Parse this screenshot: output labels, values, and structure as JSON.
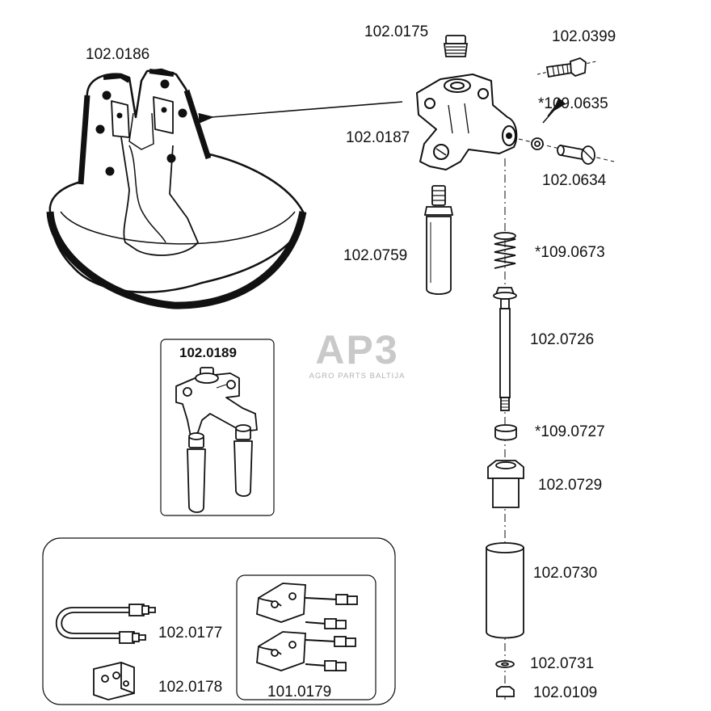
{
  "watermark": {
    "mark": "AP3",
    "subtitle": "AGRO PARTS BALTIJA"
  },
  "parts": {
    "p0175": "102.0175",
    "p0399": "102.0399",
    "p0186": "102.0186",
    "p0635": "*109.0635",
    "p0187": "102.0187",
    "p0634": "102.0634",
    "p0759": "102.0759",
    "p0673": "*109.0673",
    "p0726": "102.0726",
    "p0189": "102.0189",
    "p0727": "*109.0727",
    "p0729": "102.0729",
    "p0730": "102.0730",
    "p0177": "102.0177",
    "p0178": "102.0178",
    "p0179": "101.0179",
    "p0731": "102.0731",
    "p0109": "102.0109"
  }
}
